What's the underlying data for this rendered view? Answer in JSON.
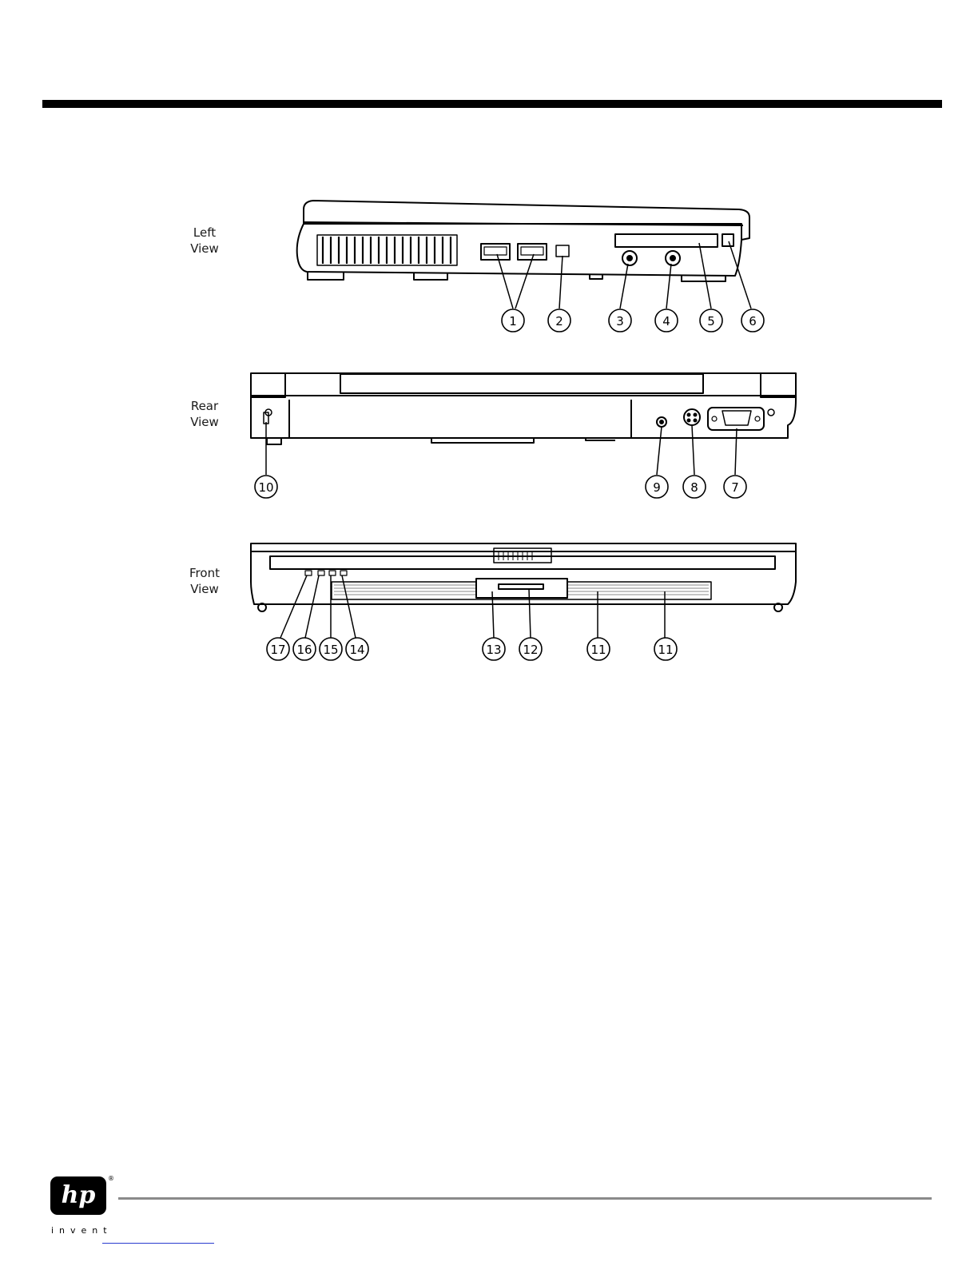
{
  "views": {
    "left": {
      "label_line1": "Left",
      "label_line2": "View",
      "callouts": [
        "1",
        "2",
        "3",
        "4",
        "5",
        "6"
      ]
    },
    "rear": {
      "label_line1": "Rear",
      "label_line2": "View",
      "callouts": [
        "10",
        "9",
        "8",
        "7"
      ]
    },
    "front": {
      "label_line1": "Front",
      "label_line2": "View",
      "callouts": [
        "17",
        "16",
        "15",
        "14",
        "13",
        "12",
        "11",
        "11"
      ]
    }
  },
  "footer": {
    "logo_letters": "hp",
    "logo_reg": "®",
    "tagline": "invent"
  }
}
